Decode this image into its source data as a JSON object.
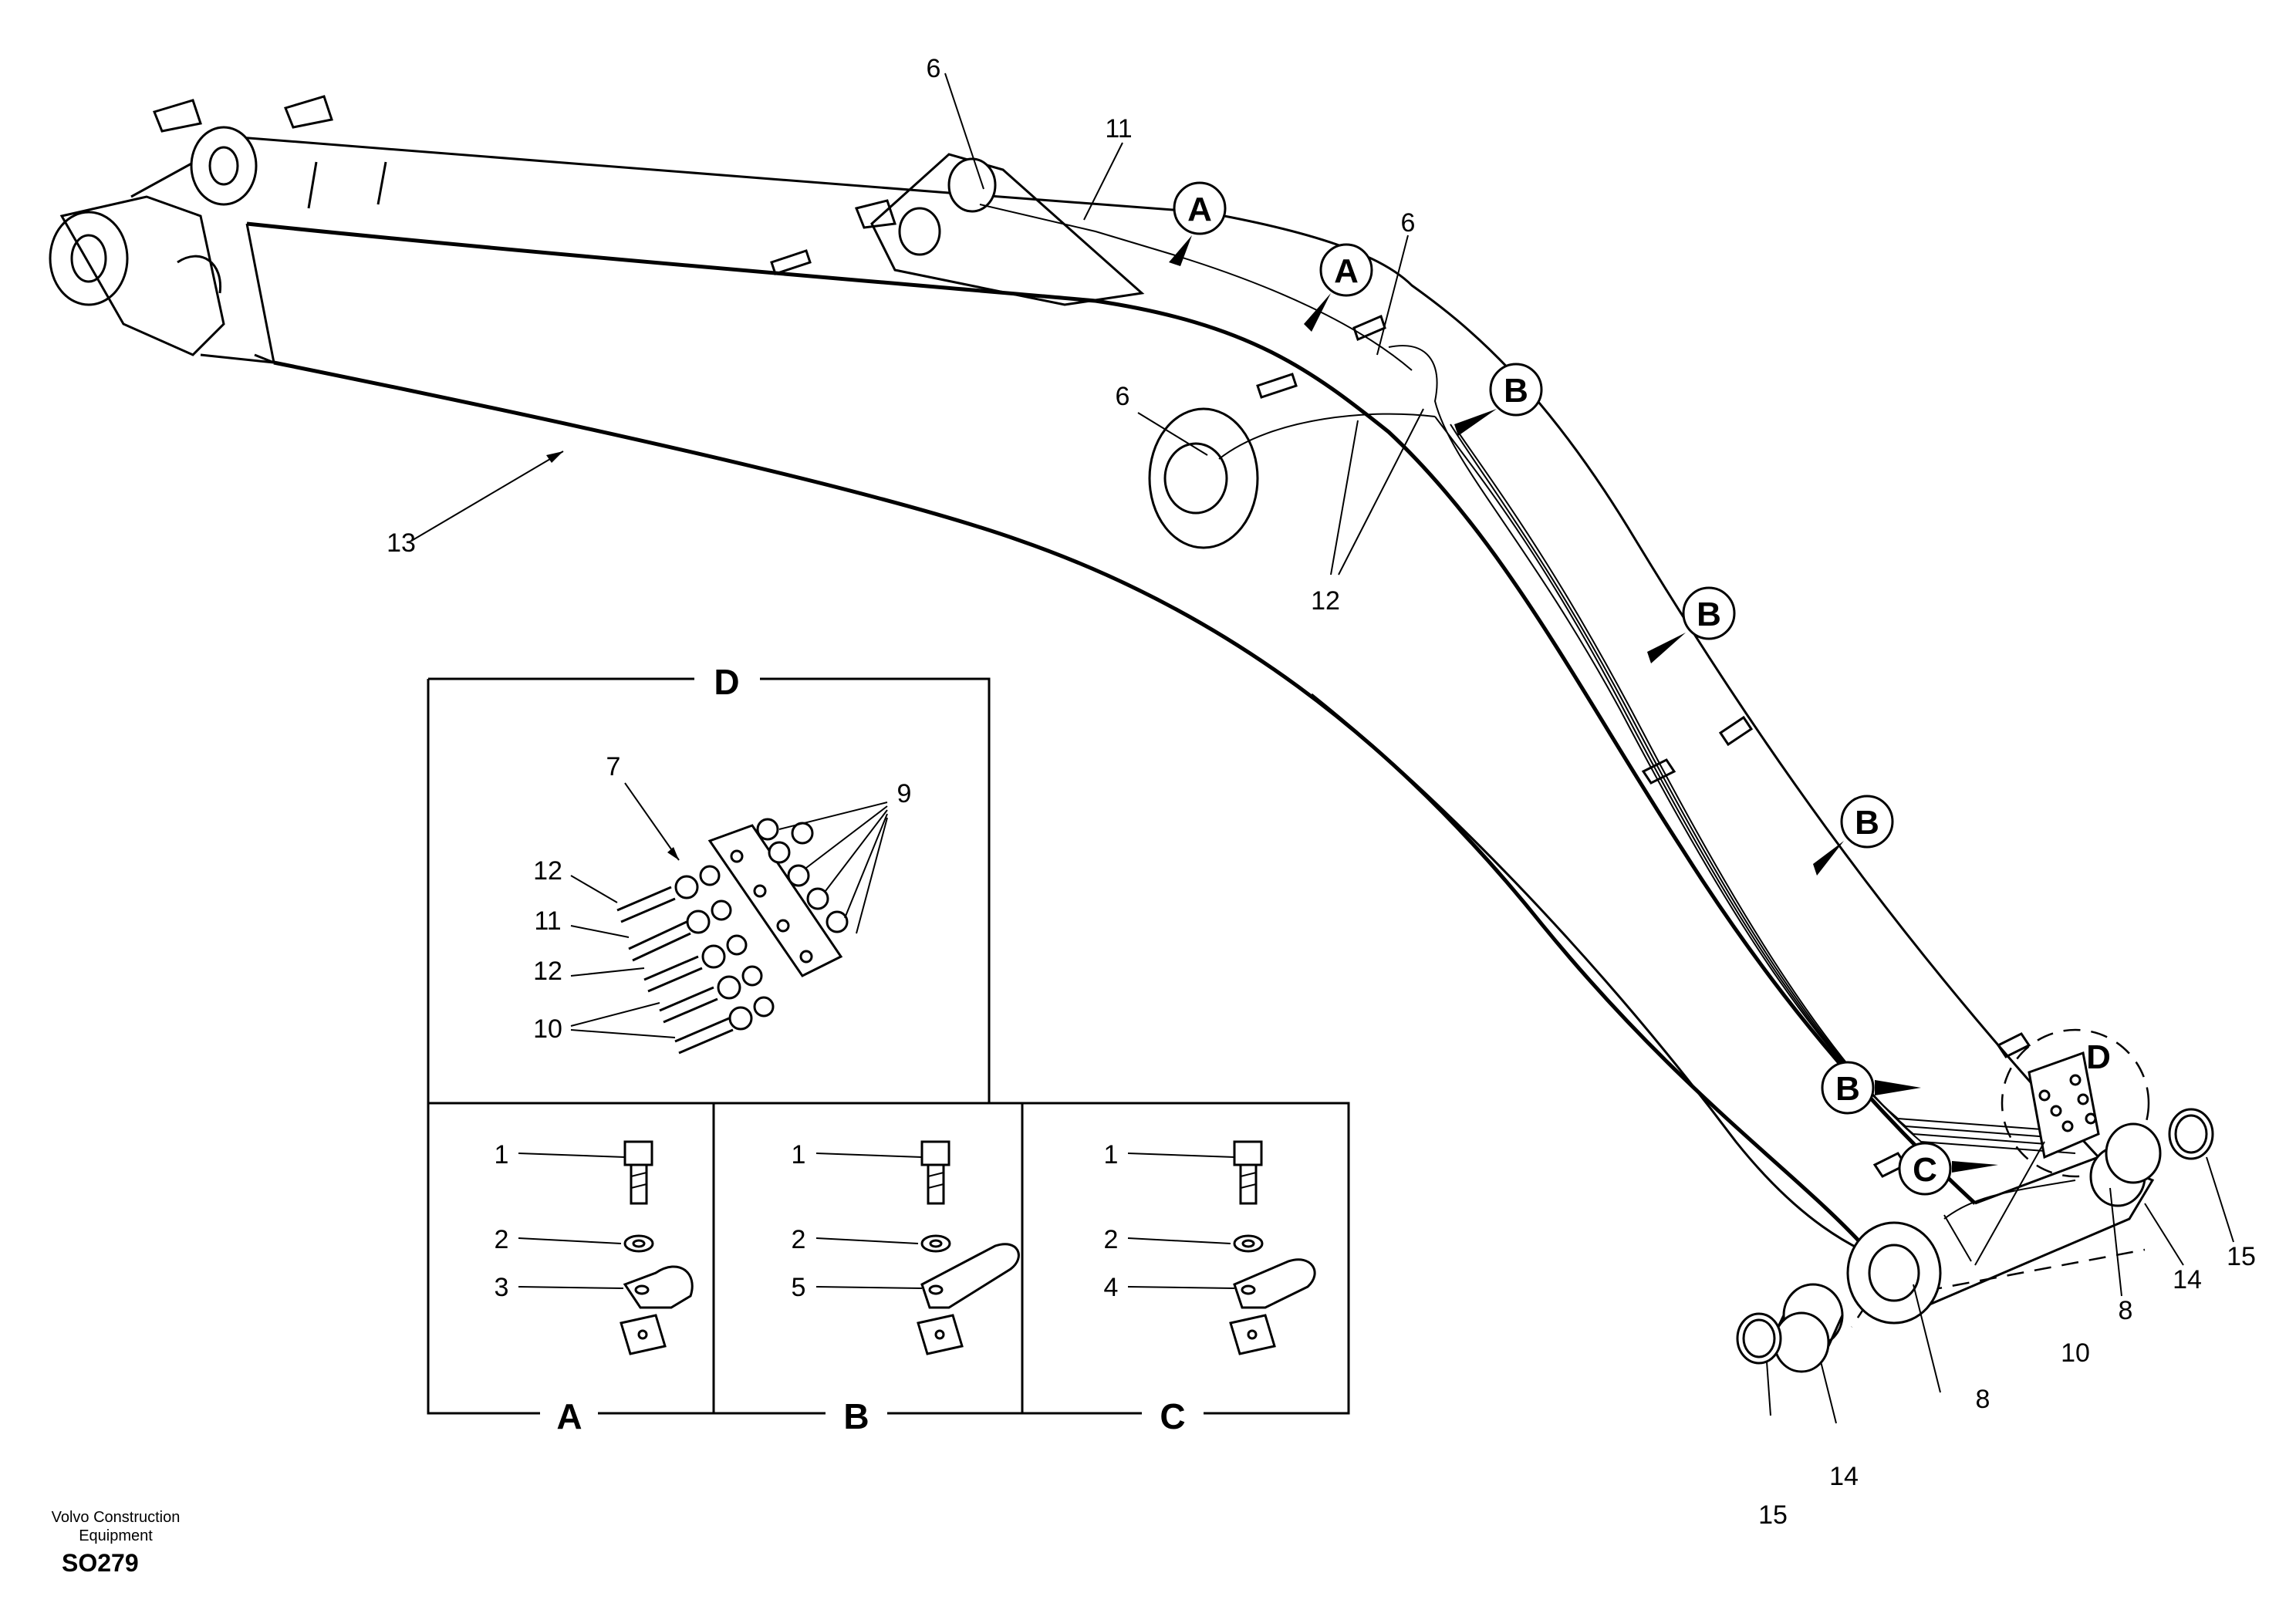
{
  "callouts": {
    "p1": "1",
    "p2": "2",
    "p3": "3",
    "p4": "4",
    "p5": "5",
    "p6": "6",
    "p7": "7",
    "p8": "8",
    "p9": "9",
    "p10": "10",
    "p11": "11",
    "p12": "12",
    "p13": "13",
    "p14": "14",
    "p15": "15"
  },
  "section_markers": {
    "a": "A",
    "b": "B",
    "c": "C",
    "d": "D"
  },
  "detail_frames": {
    "a": "A",
    "b": "B",
    "c": "C",
    "d": "D"
  },
  "footer": {
    "company": "Volvo Construction Equipment",
    "code": "SO279"
  }
}
